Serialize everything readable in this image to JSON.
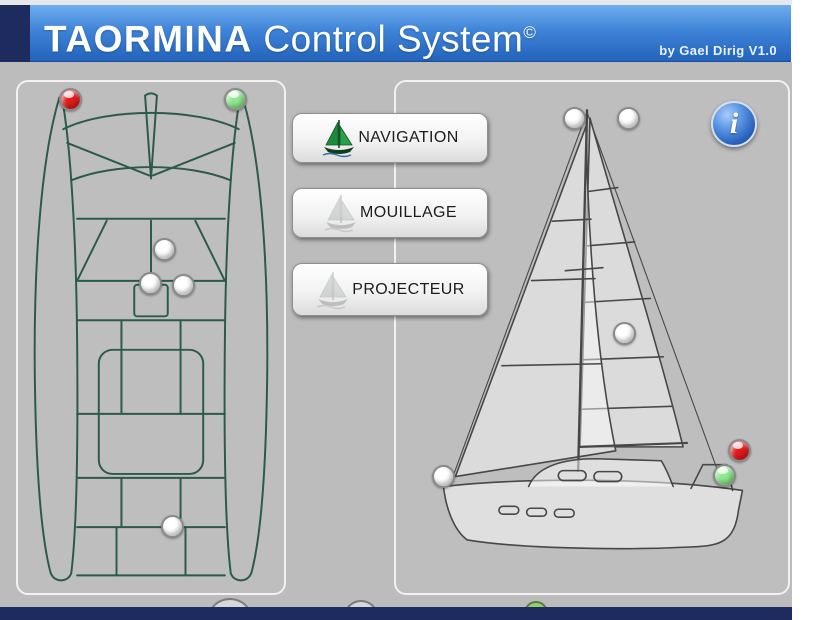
{
  "header": {
    "title_main": "TAORMINA",
    "title_rest": " Control System",
    "copyright": "©",
    "subtitle": "by Gael Dirig V1.0"
  },
  "buttons": [
    {
      "label": "NAVIGATION"
    },
    {
      "label": "MOUILLAGE"
    },
    {
      "label": "PROJECTEUR"
    }
  ],
  "info_button": {
    "glyph": "i"
  },
  "icons": {
    "navigation_icon": "sailboat-icon",
    "mouillage_icon": "sailboat-icon-faded",
    "projecteur_icon": "sailboat-icon-faded",
    "info_icon": "info-icon"
  },
  "colors": {
    "header_gradient_top": "#6fadec",
    "header_gradient_bottom": "#2363bb",
    "navy_trim": "#1d2b5f",
    "workspace_gray": "#bcbcbc",
    "deck_outline_teal": "#2b5a4b",
    "profile_outline_gray": "#474747",
    "led_red": "#e41a1a",
    "led_green": "#8de98d",
    "led_off_white": "#ffffff"
  },
  "leds": {
    "deck_view": [
      {
        "name": "deck-port-bow-led",
        "color": "#e41a1a"
      },
      {
        "name": "deck-starboard-bow-led",
        "color": "#8de98d"
      },
      {
        "name": "deck-mast-top-led",
        "color": "#ffffff"
      },
      {
        "name": "deck-mast-port-led",
        "color": "#ffffff"
      },
      {
        "name": "deck-mast-starboard-led",
        "color": "#ffffff"
      },
      {
        "name": "deck-stern-led",
        "color": "#ffffff"
      }
    ],
    "profile_view": [
      {
        "name": "profile-masthead-port-led",
        "color": "#ffffff"
      },
      {
        "name": "profile-masthead-starboard-led",
        "color": "#ffffff"
      },
      {
        "name": "profile-sail-led",
        "color": "#ffffff"
      },
      {
        "name": "profile-bow-led",
        "color": "#ffffff"
      },
      {
        "name": "profile-stern-red-led",
        "color": "#e41a1a"
      },
      {
        "name": "profile-stern-green-led",
        "color": "#8de98d"
      }
    ]
  }
}
